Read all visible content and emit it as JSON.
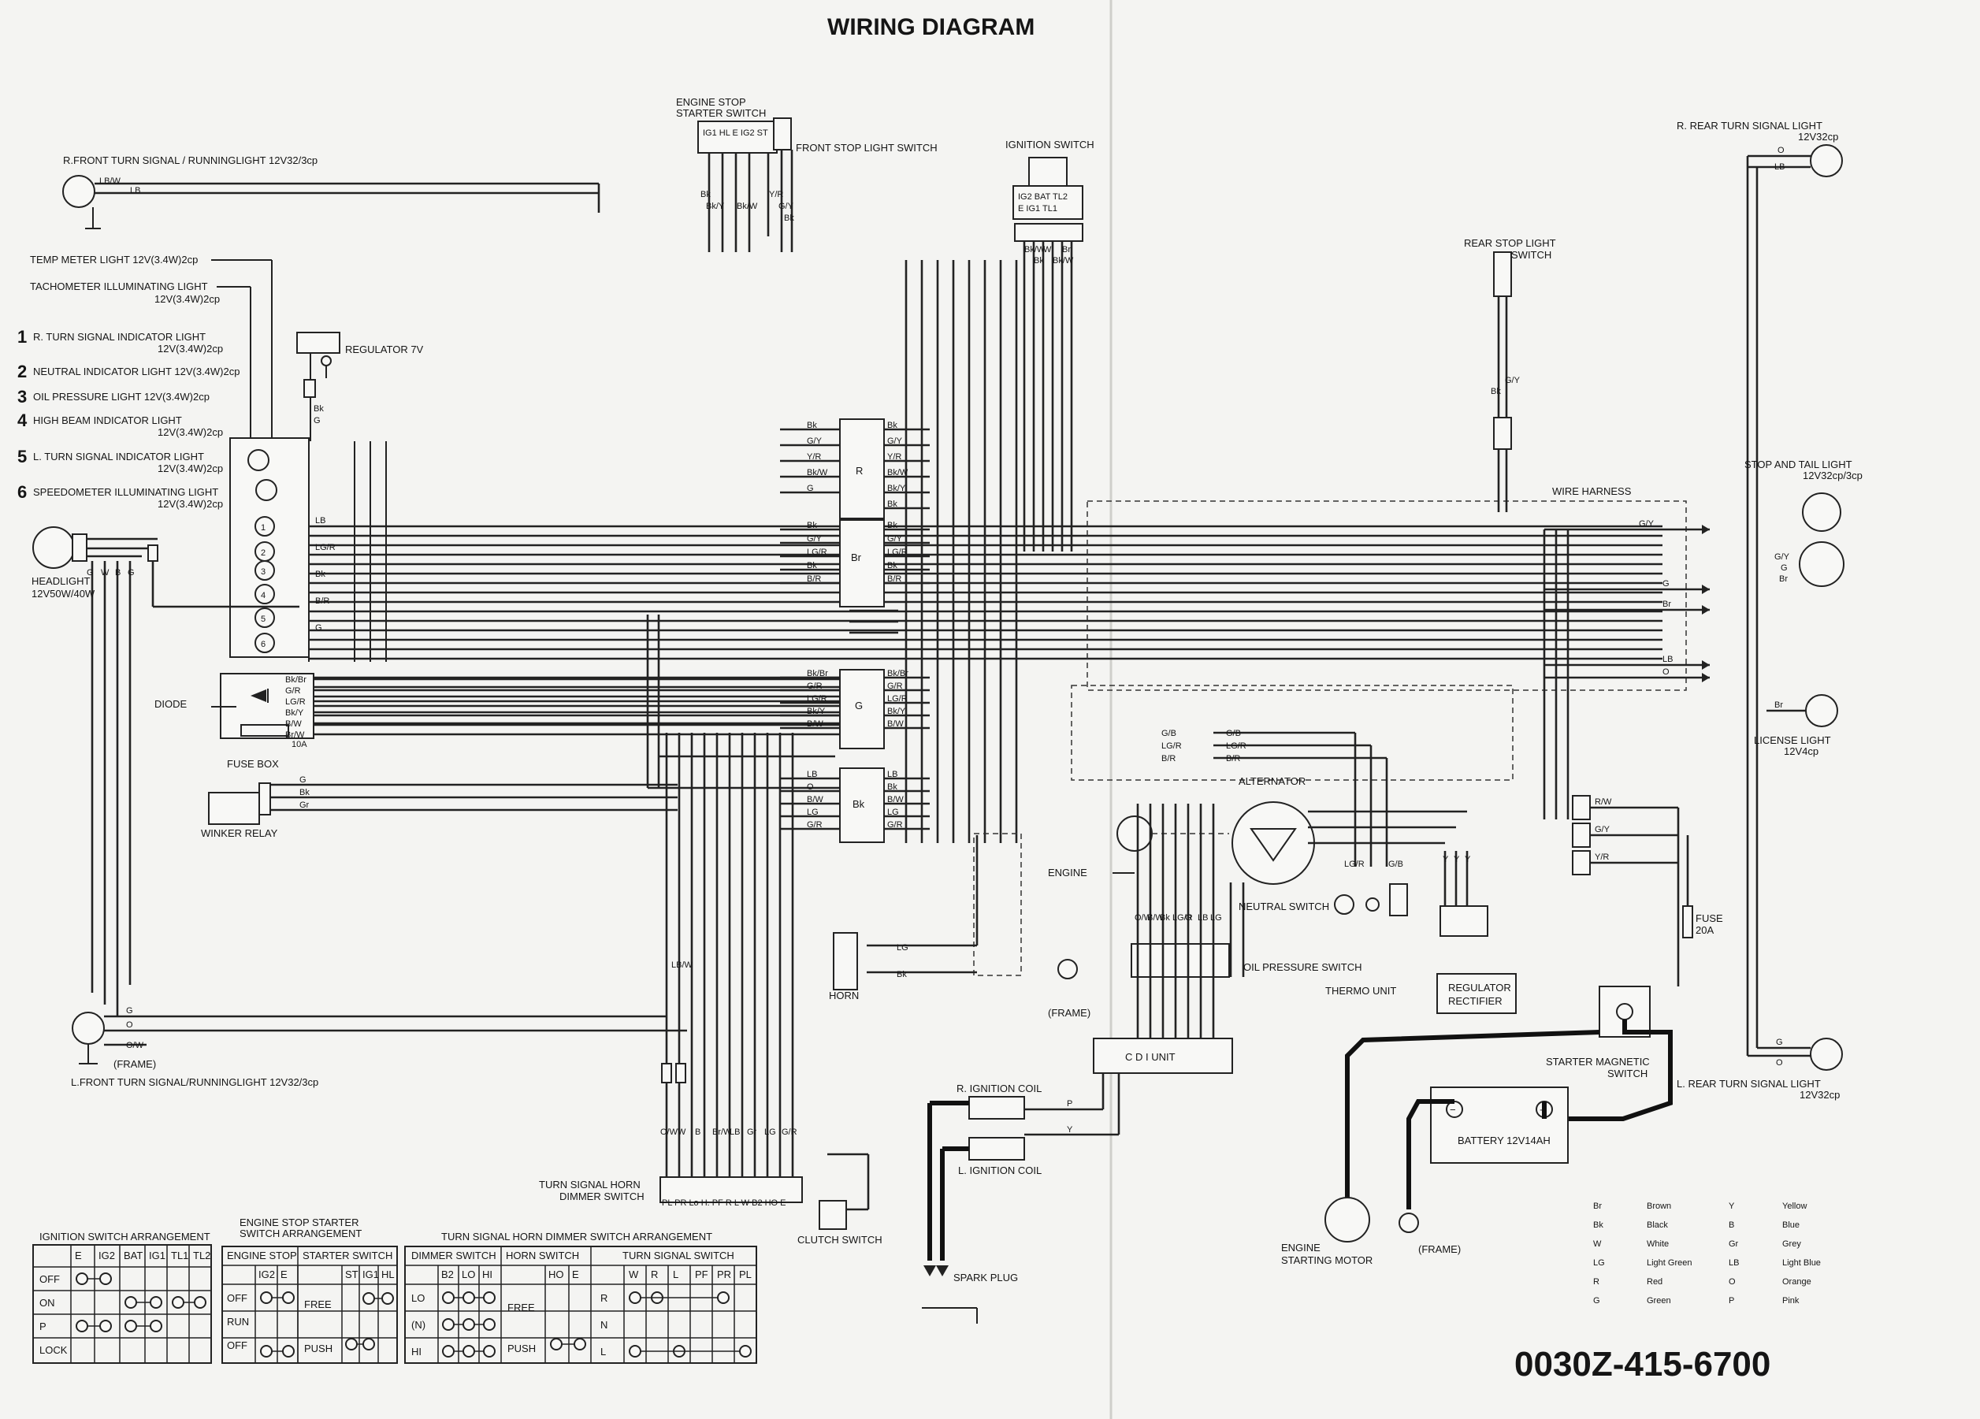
{
  "title": "WIRING DIAGRAM",
  "part_number": "0030Z-415-6700",
  "components": {
    "rfront_turn": "R.FRONT TURN SIGNAL / RUNNINGLIGHT 12V32/3cp",
    "temp_meter": "TEMP METER LIGHT 12V(3.4W)2cp",
    "tach_light_1": "TACHOMETER ILLUMINATING LIGHT",
    "tach_light_2": "12V(3.4W)2cp",
    "ind1_a": "R. TURN SIGNAL INDICATOR LIGHT",
    "ind1_b": "12V(3.4W)2cp",
    "ind2": "NEUTRAL INDICATOR LIGHT 12V(3.4W)2cp",
    "ind3": "OIL PRESSURE LIGHT 12V(3.4W)2cp",
    "ind4_a": "HIGH BEAM INDICATOR LIGHT",
    "ind4_b": "12V(3.4W)2cp",
    "ind5_a": "L. TURN SIGNAL INDICATOR LIGHT",
    "ind5_b": "12V(3.4W)2cp",
    "ind6_a": "SPEEDOMETER ILLUMINATING LIGHT",
    "ind6_b": "12V(3.4W)2cp",
    "regulator": "REGULATOR 7V",
    "headlight_a": "HEADLIGHT",
    "headlight_b": "12V50W/40W",
    "diode": "DIODE",
    "fuse_box": "FUSE BOX",
    "fuse_10a": "10A",
    "winker_relay": "WINKER RELAY",
    "lfront_turn": "L.FRONT TURN SIGNAL/RUNNINGLIGHT 12V32/3cp",
    "frame": "(FRAME)",
    "engine_stop_1": "ENGINE STOP",
    "engine_stop_2": "STARTER SWITCH",
    "front_stop": "FRONT STOP LIGHT SWITCH",
    "ignition_switch": "IGNITION SWITCH",
    "engine": "ENGINE",
    "horn": "HORN",
    "turn_horn_1": "TURN SIGNAL HORN",
    "turn_horn_2": "DIMMER SWITCH",
    "clutch": "CLUTCH SWITCH",
    "r_coil": "R. IGNITION COIL",
    "l_coil": "L. IGNITION COIL",
    "spark": "SPARK PLUG",
    "cdi": "C D I UNIT",
    "alternator": "ALTERNATOR",
    "neutral_sw": "NEUTRAL SWITCH",
    "oil_sw": "OIL PRESSURE SWITCH",
    "thermo": "THERMO UNIT",
    "reg_rect_1": "REGULATOR",
    "reg_rect_2": "RECTIFIER",
    "wire_harness": "WIRE HARNESS",
    "rear_stop_1": "REAR STOP LIGHT",
    "rear_stop_2": "SWITCH",
    "r_rear_turn_1": "R. REAR TURN SIGNAL LIGHT",
    "r_rear_turn_2": "12V32cp",
    "stop_tail_1": "STOP AND TAIL LIGHT",
    "stop_tail_2": "12V32cp/3cp",
    "license_1": "LICENSE LIGHT",
    "license_2": "12V4cp",
    "fuse_20a_1": "FUSE",
    "fuse_20a_2": "20A",
    "starter_mag_1": "STARTER MAGNETIC",
    "starter_mag_2": "SWITCH",
    "l_rear_turn_1": "L. REAR TURN SIGNAL LIGHT",
    "l_rear_turn_2": "12V32cp",
    "battery": "BATTERY 12V14AH",
    "starting_motor_1": "ENGINE",
    "starting_motor_2": "STARTING MOTOR",
    "connector_r": "R",
    "connector_br": "Br",
    "connector_g": "G",
    "connector_bk": "Bk"
  },
  "legend": [
    [
      "Br",
      "Brown",
      "Y",
      "Yellow"
    ],
    [
      "Bk",
      "Black",
      "B",
      "Blue"
    ],
    [
      "W",
      "White",
      "Gr",
      "Grey"
    ],
    [
      "LG",
      "Light Green",
      "LB",
      "Light Blue"
    ],
    [
      "R",
      "Red",
      "O",
      "Orange"
    ],
    [
      "G",
      "Green",
      "P",
      "Pink"
    ]
  ],
  "tables": {
    "ignition": {
      "title": "IGNITION SWITCH ARRANGEMENT",
      "header": [
        "",
        "E",
        "IG2",
        "BAT",
        "IG1",
        "TL1",
        "TL2"
      ],
      "rows": [
        "OFF",
        "ON",
        "P",
        "LOCK"
      ]
    },
    "engine_stop": {
      "title_1": "ENGINE STOP STARTER",
      "title_2": "SWITCH ARRANGEMENT",
      "h1": "ENGINE STOP",
      "h2": "STARTER SWITCH",
      "sub": [
        "",
        "IG2",
        "E",
        "",
        "ST",
        "IG1",
        "HL"
      ],
      "rows": [
        "OFF",
        "RUN",
        "OFF"
      ],
      "free": "FREE",
      "push": "PUSH"
    },
    "turn_horn": {
      "title": "TURN SIGNAL HORN DIMMER SWITCH ARRANGEMENT",
      "h_dimmer": "DIMMER SWITCH",
      "h_horn": "HORN SWITCH",
      "h_turn": "TURN SIGNAL SWITCH",
      "dim_sub": [
        "",
        "B2",
        "LO",
        "HI"
      ],
      "horn_sub": [
        "",
        "HO",
        "E"
      ],
      "turn_sub": [
        "",
        "W",
        "R",
        "L",
        "PF",
        "PR",
        "PL"
      ],
      "dim_rows": [
        "LO",
        "(N)",
        "HI"
      ],
      "horn_rows": [
        "FREE",
        "PUSH"
      ],
      "turn_rows": [
        "R",
        "N",
        "L"
      ]
    }
  },
  "wire_codes": {
    "front_turn": [
      "LB/W",
      "LB"
    ],
    "ind": [
      "LB",
      "LG/R",
      "Bk",
      "B/R",
      "G"
    ],
    "headlight": [
      "G",
      "W",
      "B",
      "G"
    ],
    "diode": [
      "Bk/Br",
      "G/R",
      "LG/R",
      "Bk/Y",
      "B/W",
      "Br/W"
    ],
    "winker": [
      "G",
      "Bk",
      "Gr"
    ],
    "connR_left": [
      "Bk",
      "G/Y",
      "Y/R",
      "Bk/W",
      "G"
    ],
    "connR_right": [
      "Bk",
      "G/Y",
      "Y/R",
      "Bk/W",
      "Bk/Y",
      "Bk"
    ],
    "connBr_left": [
      "Bk",
      "G/Y",
      "LG/R",
      "Bk",
      "B/R"
    ],
    "connBr_right": [
      "Bk",
      "G/Y",
      "LG/R",
      "Bk",
      "B/R"
    ],
    "connG_left": [
      "Bk/Br",
      "G/R",
      "LG/R",
      "Bk/Y",
      "B/W"
    ],
    "connG_right": [
      "Bk/Br",
      "G/R",
      "LG/R",
      "Bk/Y",
      "B/W"
    ],
    "connBk_left": [
      "LB",
      "O",
      "B/W",
      "LG",
      "G/R"
    ],
    "connBk_right": [
      "LB",
      "Bk",
      "B/W",
      "LG",
      "G/R"
    ],
    "switch_bottom": [
      "O/W",
      "W",
      "B",
      "Br/W",
      "LB",
      "Gr",
      "LG",
      "G/R"
    ],
    "switch_pins": "PL PR Lo H. PF R L W B2 HO E",
    "harness_right": [
      "G/Y",
      "G",
      "Br",
      "LB",
      "O"
    ],
    "cdi_top": [
      "O/W",
      "B/W",
      "Bk",
      "LG/R",
      "O",
      "LB",
      "LG"
    ],
    "alt_wires": [
      "G/B",
      "LG/R",
      "B/R"
    ],
    "reg_wires": [
      "Y",
      "Y",
      "Y"
    ],
    "starter_wires": [
      "R/W",
      "G/Y",
      "Y/R"
    ]
  }
}
